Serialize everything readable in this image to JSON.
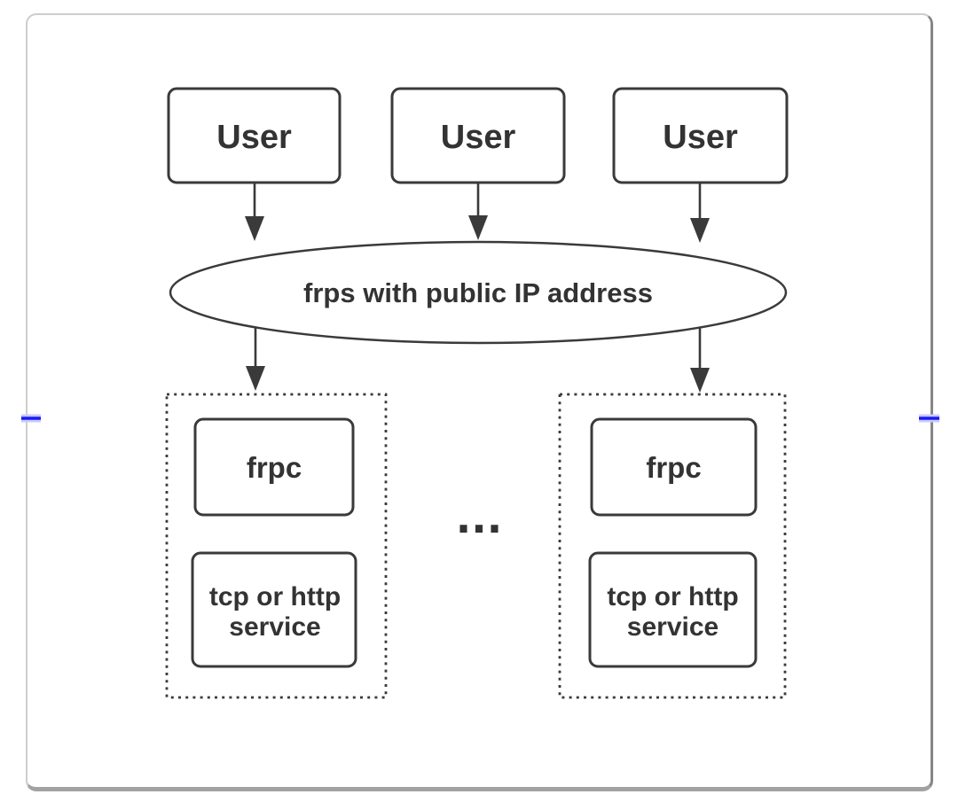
{
  "figure": {
    "users": [
      {
        "label": "User"
      },
      {
        "label": "User"
      },
      {
        "label": "User"
      }
    ],
    "server_label": "frps with public IP address",
    "ellipsis": "...",
    "clients": [
      {
        "frpc_label": "frpc",
        "service_lines": [
          "tcp or http",
          "service"
        ]
      },
      {
        "frpc_label": "frpc",
        "service_lines": [
          "tcp or http",
          "service"
        ]
      }
    ],
    "colors": {
      "diagram_stroke": "#3a3a3a",
      "diagram_text": "#333333",
      "card_border_light": "#cdcdcd",
      "card_border_right": "#868686",
      "card_border_bottom": "#a2a2a2",
      "marker_blue": "#1a1af2",
      "marker_halo": "#c9c9ff"
    }
  }
}
